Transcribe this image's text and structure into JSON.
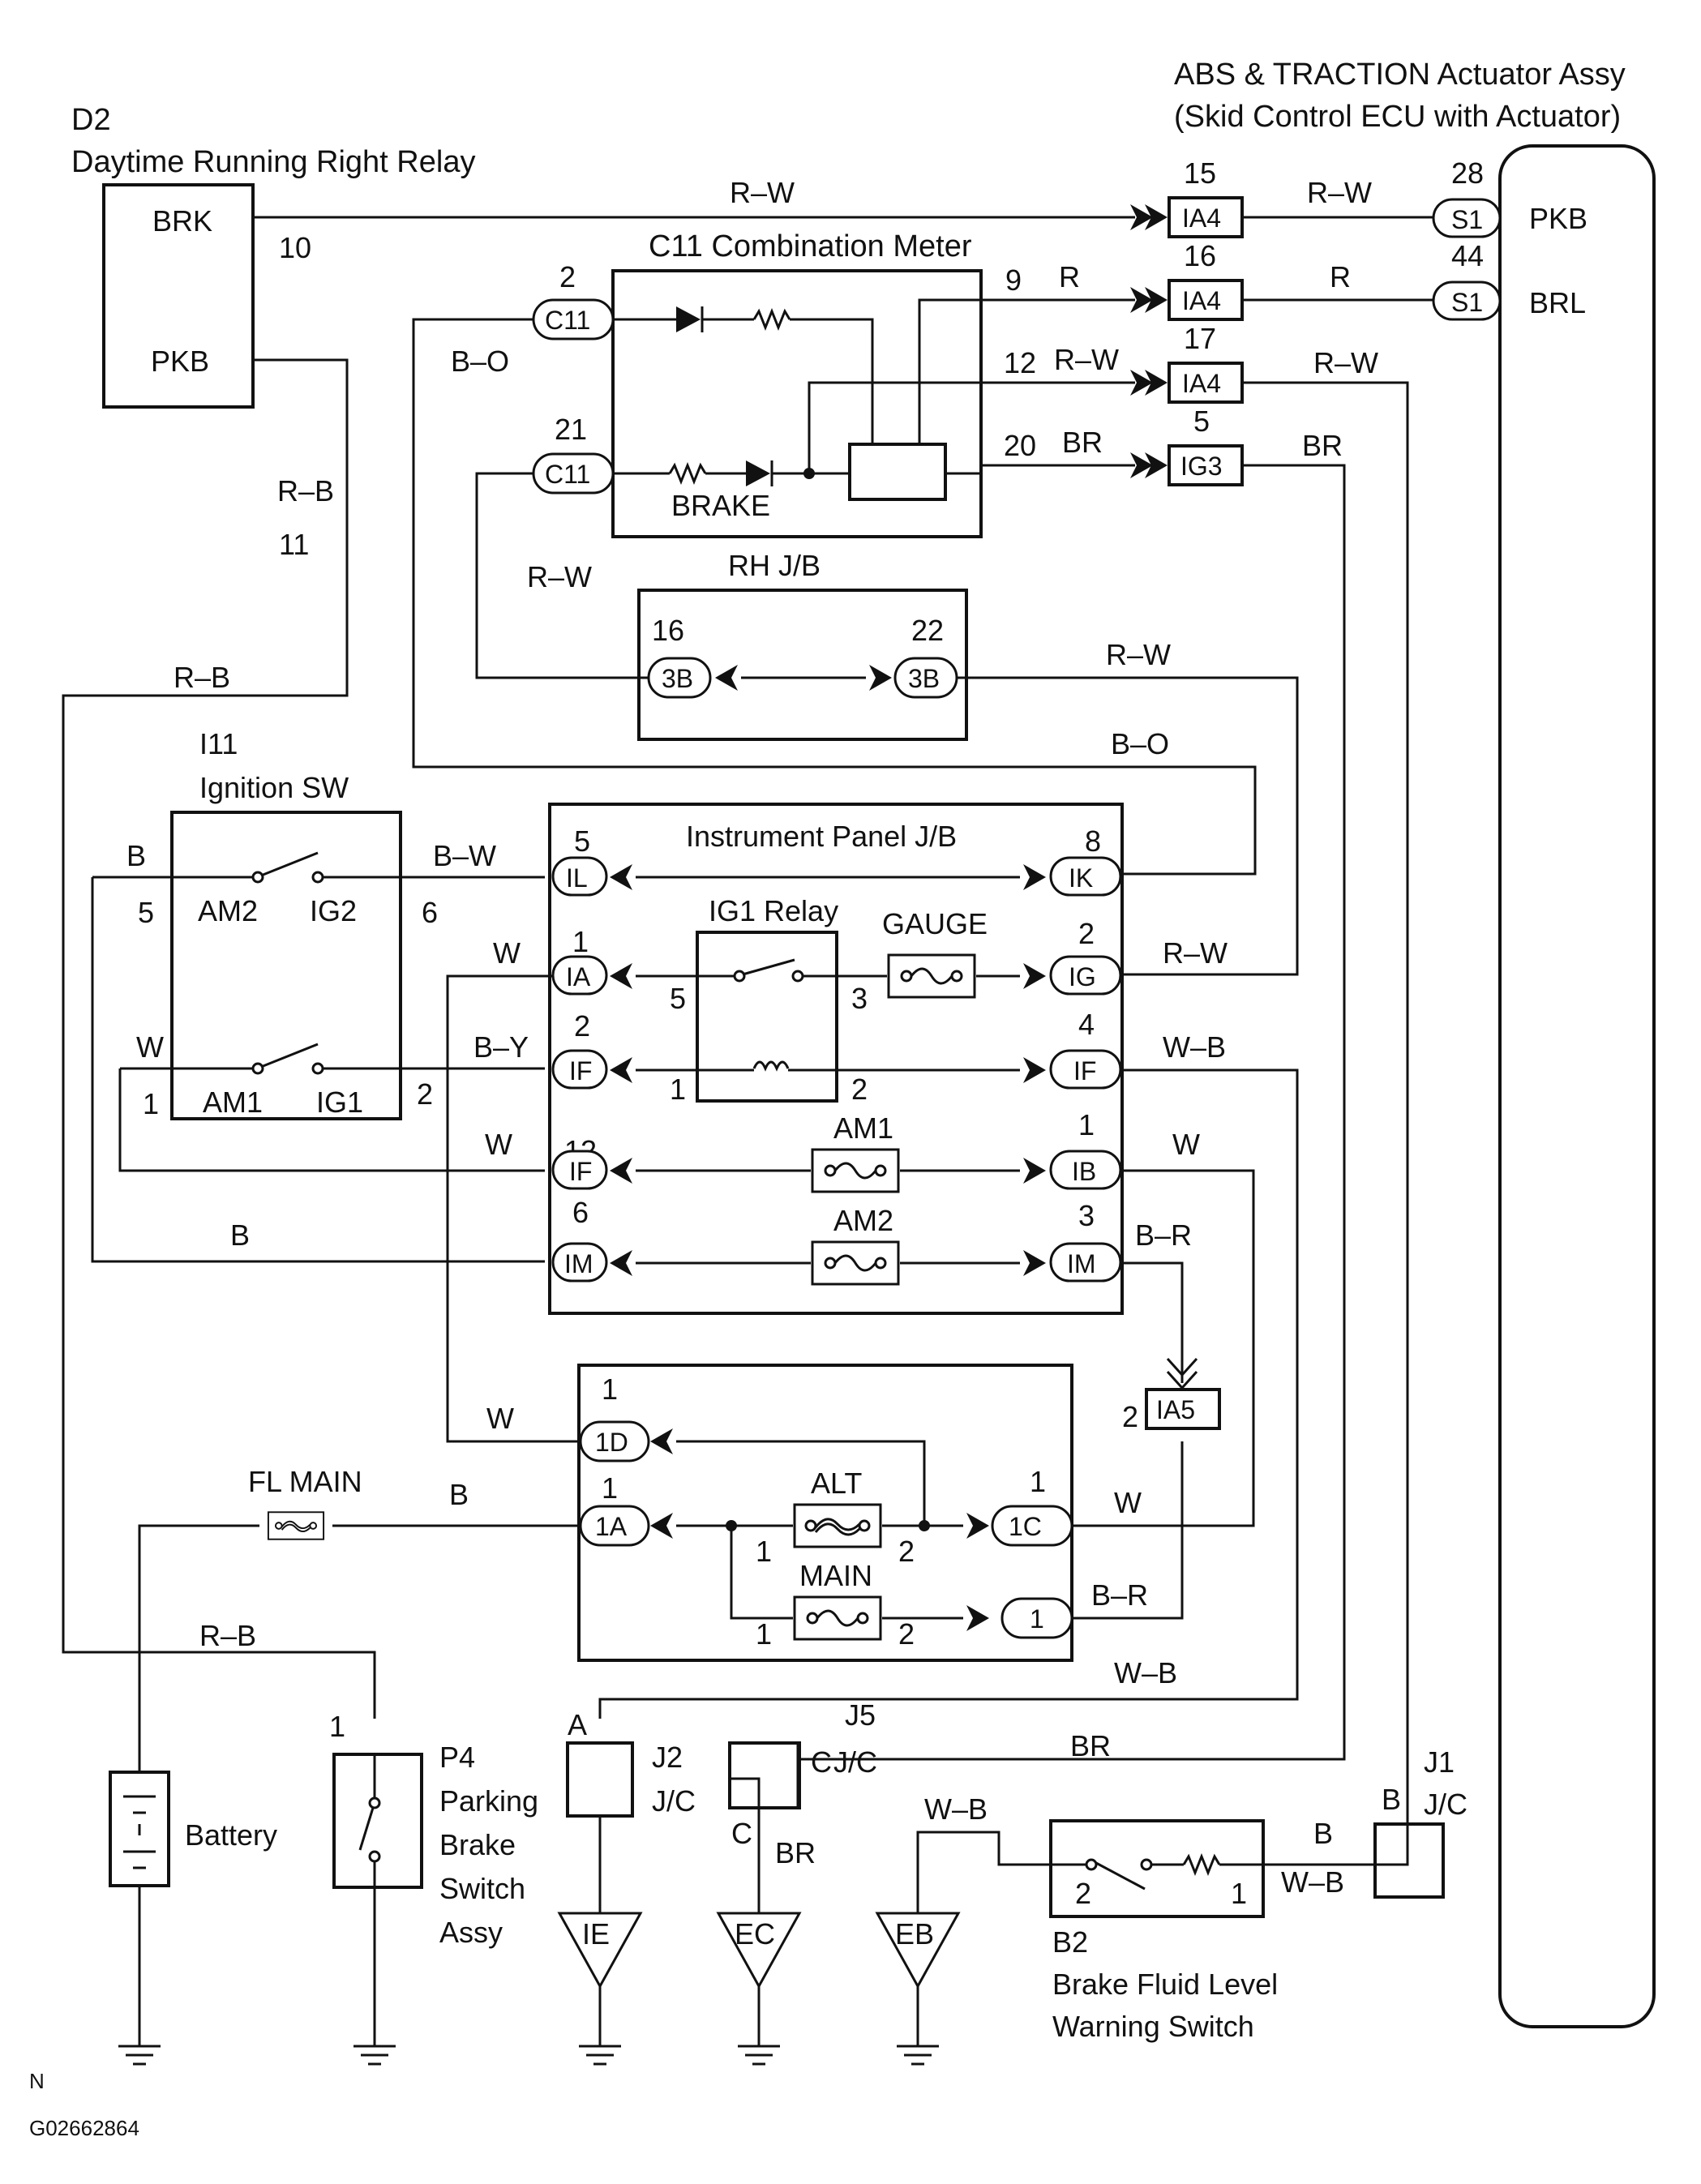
{
  "components": {
    "d2_ref": "D2",
    "d2_name": "Daytime Running Right Relay",
    "d2_brk": "BRK",
    "d2_pkb": "PKB",
    "abs_line1": "ABS & TRACTION Actuator Assy",
    "abs_line2": "(Skid Control ECU with Actuator)",
    "abs_pkb": "PKB",
    "abs_brl": "BRL",
    "meter": "C11 Combination Meter",
    "brake": "BRAKE",
    "rhjb": "RH J/B",
    "ign_ref": "I11",
    "ign_name": "Ignition SW",
    "am2": "AM2",
    "ig2": "IG2",
    "am1": "AM1",
    "ig1": "IG1",
    "ipjb": "Instrument Panel J/B",
    "ig1relay": "IG1 Relay",
    "gauge": "GAUGE",
    "fuse_am1": "AM1",
    "fuse_am2": "AM2",
    "alt": "ALT",
    "main": "MAIN",
    "flmain": "FL MAIN",
    "battery": "Battery",
    "p4_1": "P4",
    "p4_2": "Parking",
    "p4_3": "Brake",
    "p4_4": "Switch",
    "p4_5": "Assy",
    "j2a": "J2",
    "j2b": "J/C",
    "j5": "J5",
    "j5jc": "J/C",
    "j1a": "J1",
    "j1b": "J/C",
    "b2_1": "B2",
    "b2_2": "Brake Fluid Level",
    "b2_3": "Warning Switch",
    "gnd_ie": "IE",
    "gnd_ec": "EC",
    "gnd_eb": "EB"
  },
  "connectors": {
    "ia4": "IA4",
    "s1": "S1",
    "ig3": "IG3",
    "c11": "C11",
    "b3": "3B",
    "il": "IL",
    "ik": "IK",
    "ia": "IA",
    "ig": "IG",
    "if": "IF",
    "ib": "IB",
    "im": "IM",
    "ia5": "IA5",
    "d1": "1D",
    "a1": "1A",
    "c1": "1C",
    "one": "1",
    "a": "A",
    "b": "B",
    "c": "C"
  },
  "wires": {
    "rw": "R–W",
    "r": "R",
    "br": "BR",
    "bo": "B–O",
    "rb": "R–B",
    "b": "B",
    "bw": "B–W",
    "w": "W",
    "by": "B–Y",
    "wb": "W–B",
    "brr": "B–R"
  },
  "pins": {
    "n1": "1",
    "n2": "2",
    "n3": "3",
    "n4": "4",
    "n5": "5",
    "n6": "6",
    "n8": "8",
    "n9": "9",
    "n10": "10",
    "n11": "11",
    "n12": "12",
    "n15": "15",
    "n16": "16",
    "n17": "17",
    "n20": "20",
    "n21": "21",
    "n22": "22",
    "n28": "28",
    "n44": "44"
  },
  "footer": {
    "mark": "N",
    "code": "G02662864"
  }
}
